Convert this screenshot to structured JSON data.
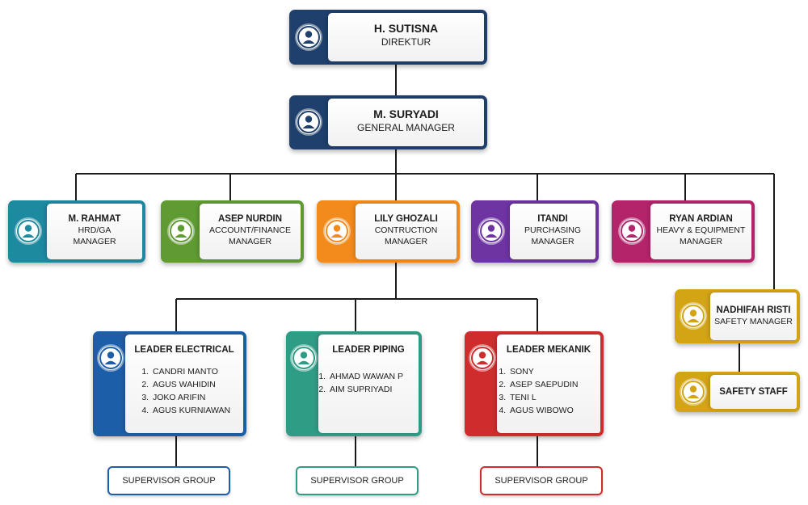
{
  "colors": {
    "navy": "#1f3f6c",
    "teal": "#1e8aa0",
    "green": "#5f9a32",
    "orange": "#f28a1c",
    "purple": "#6d34a2",
    "magenta": "#b3246a",
    "blue": "#1d5ea8",
    "seagreen": "#2f9c86",
    "red": "#cf2d2d",
    "gold": "#d3a414"
  },
  "icons": {
    "person": "user-circle-icon"
  },
  "direktur": {
    "name": "H. SUTISNA",
    "role": "DIREKTUR"
  },
  "gm": {
    "name": "M. SURYADI",
    "role": "GENERAL MANAGER"
  },
  "managers": [
    {
      "name": "M. RAHMAT",
      "role1": "HRD/GA",
      "role2": "MANAGER"
    },
    {
      "name": "ASEP NURDIN",
      "role1": "ACCOUNT/FINANCE",
      "role2": "MANAGER"
    },
    {
      "name": "LILY GHOZALI",
      "role1": "CONTRUCTION",
      "role2": "MANAGER"
    },
    {
      "name": "ITANDI",
      "role1": "PURCHASING",
      "role2": "MANAGER"
    },
    {
      "name": "RYAN ARDIAN",
      "role1": "HEAVY & EQUIPMENT",
      "role2": "MANAGER"
    }
  ],
  "safety_manager": {
    "name": "NADHIFAH RISTI",
    "role": "SAFETY MANAGER"
  },
  "safety_staff": {
    "name": "SAFETY STAFF"
  },
  "leaders": [
    {
      "title": "LEADER ELECTRICAL",
      "members": [
        "CANDRI MANTO",
        "AGUS WAHIDIN",
        "JOKO ARIFIN",
        "AGUS KURNIAWAN"
      ]
    },
    {
      "title": "LEADER PIPING",
      "members": [
        "AHMAD WAWAN P",
        "AIM SUPRIYADI"
      ]
    },
    {
      "title": "LEADER MEKANIK",
      "members": [
        "SONY",
        "ASEP SAEPUDIN",
        "TENI L",
        "AGUS WIBOWO"
      ]
    }
  ],
  "supervisors": [
    {
      "label": "SUPERVISOR GROUP"
    },
    {
      "label": "SUPERVISOR GROUP"
    },
    {
      "label": "SUPERVISOR GROUP"
    }
  ]
}
